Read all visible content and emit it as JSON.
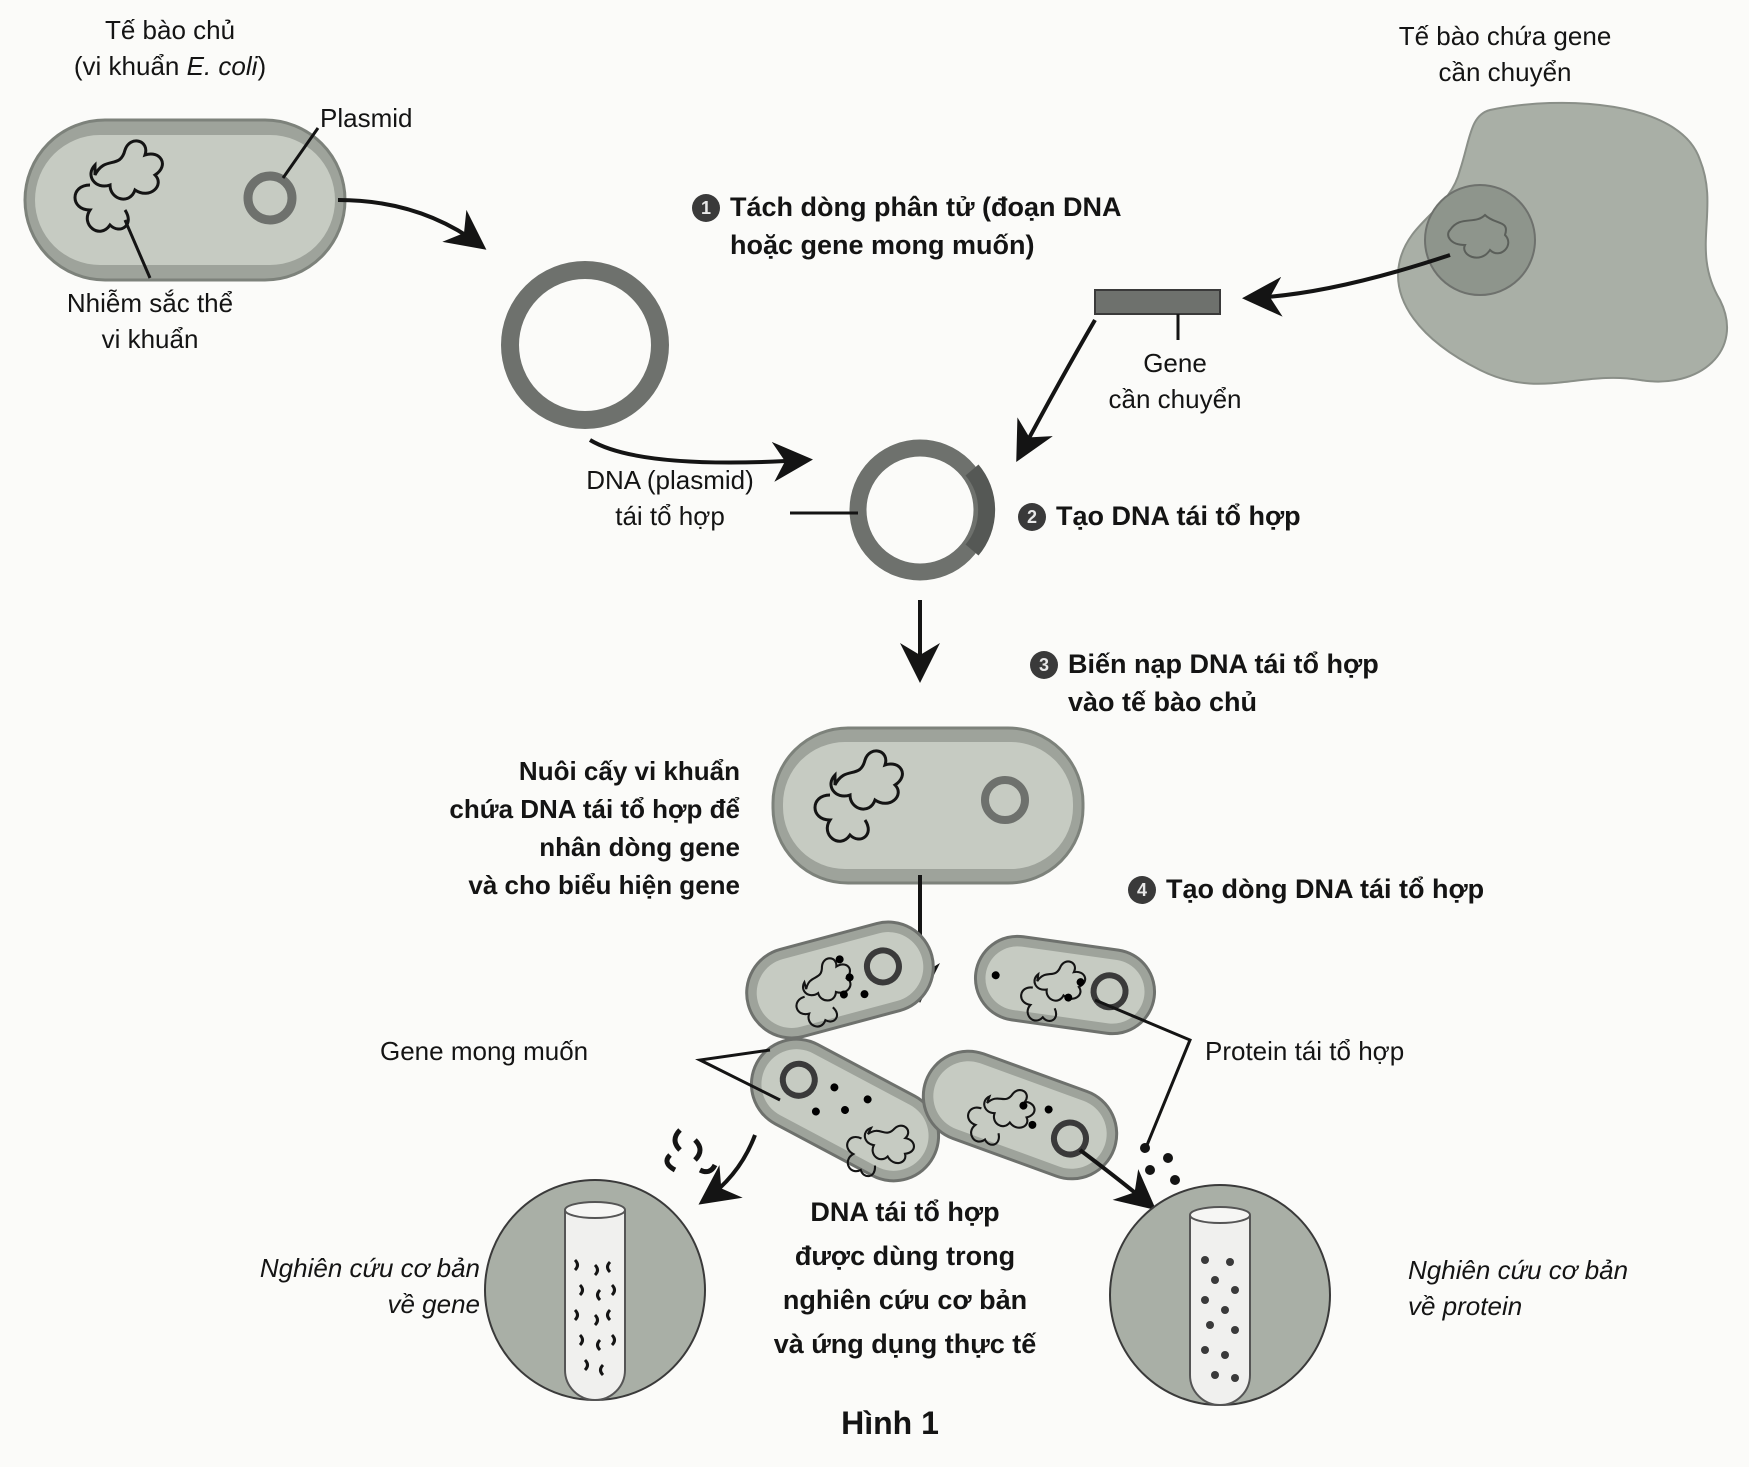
{
  "figure": {
    "caption": "Hình 1",
    "colors": {
      "cell_fill": "#b9bfb6",
      "cell_border": "#7d827b",
      "ring": "#6e716d",
      "ink": "#141414",
      "badge": "#3a3a3a",
      "research_circle": "#a9afa6"
    }
  },
  "labels": {
    "host_cell": [
      "Tế bào chủ",
      "(vi khuẩn ",
      "E. coli",
      ")"
    ],
    "plasmid": "Plasmid",
    "bacterial_chromosome": [
      "Nhiễm sắc thể",
      "vi khuẩn"
    ],
    "donor_cell": [
      "Tế bào chứa gene",
      "cần chuyển"
    ],
    "gene_to_transfer": [
      "Gene",
      "cần chuyển"
    ],
    "recombinant_plasmid": [
      "DNA (plasmid)",
      "tái tổ hợp"
    ],
    "culture": [
      "Nuôi cấy vi khuẩn",
      "chứa DNA tái tổ hợp để",
      "nhân dòng gene",
      "và cho biểu hiện gene"
    ],
    "desired_gene": "Gene mong muốn",
    "recombinant_protein": "Protein tái tổ hợp",
    "gene_research": [
      "Nghiên cứu cơ bản",
      "về gene"
    ],
    "protein_research": [
      "Nghiên cứu cơ bản",
      "về protein"
    ],
    "applications": [
      "DNA tái tổ hợp",
      "được dùng trong",
      "nghiên cứu cơ bản",
      "và ứng dụng thực tế"
    ]
  },
  "steps": [
    {
      "number": "1",
      "lines": [
        "Tách dòng phân tử (đoạn DNA",
        "hoặc gene mong muốn)"
      ]
    },
    {
      "number": "2",
      "lines": [
        "Tạo DNA tái tổ hợp"
      ]
    },
    {
      "number": "3",
      "lines": [
        "Biến nạp DNA tái tổ hợp",
        "vào tế bào chủ"
      ]
    },
    {
      "number": "4",
      "lines": [
        "Tạo dòng DNA tái tổ hợp"
      ]
    }
  ]
}
